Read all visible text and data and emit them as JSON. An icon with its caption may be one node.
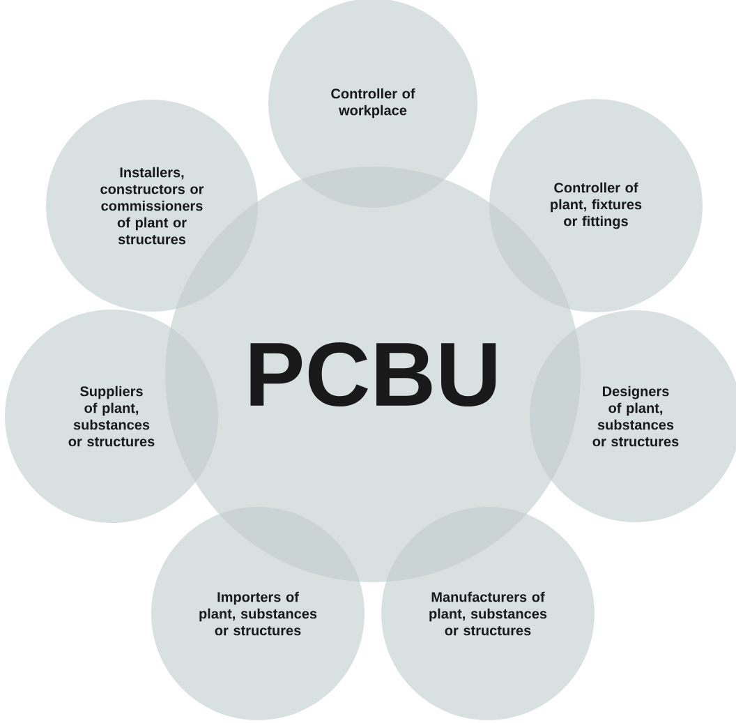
{
  "diagram": {
    "nodes": [
      {
        "text": [
          "PCBU"
        ]
      },
      {
        "text": [
          "Controller of workplace"
        ]
      },
      {
        "text": [
          "Installers, constructors or commissioners of plant or structures"
        ]
      },
      {
        "text": [
          "Controller of plant, fixtures or fittings"
        ]
      },
      {
        "text": [
          "Suppliers of plant, substances or structures"
        ]
      },
      {
        "text": [
          "Designers of plant, substances or structures"
        ]
      },
      {
        "text": [
          "Importers of plant, substances or structures"
        ]
      },
      {
        "text": [
          "Manufacturers of plant, substances or structures"
        ]
      }
    ]
  }
}
